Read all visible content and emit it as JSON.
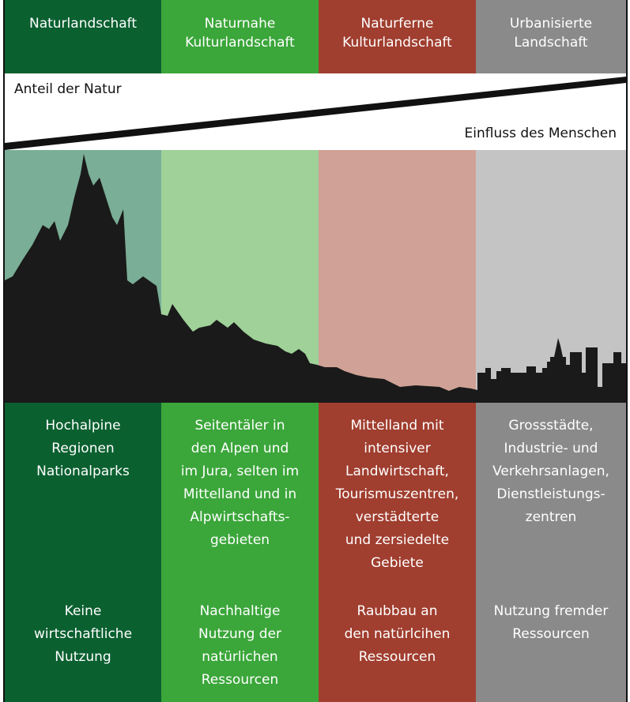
{
  "columns": [
    {
      "header": [
        "Naturlandschaft"
      ],
      "description": [
        "Hochalpine",
        "Regionen",
        "Nationalparks"
      ],
      "usage": [
        "Keine",
        "wirtschaftliche",
        "Nutzung"
      ],
      "color_header": "#0b6030",
      "color_light": "#7aae96",
      "color_body": "#0b6030"
    },
    {
      "header": [
        "Naturnahe",
        "Kulturlandschaft"
      ],
      "description": [
        "Seitentäler in",
        "den Alpen und",
        "im Jura, selten im",
        "Mittelland und in",
        "Alpwirtschafts-",
        "gebieten"
      ],
      "usage": [
        "Nachhaltige",
        "Nutzung der",
        "natürlichen",
        "Ressourcen"
      ],
      "color_header": "#3ba63a",
      "color_light": "#9fd198",
      "color_body": "#3ba63a"
    },
    {
      "header": [
        "Naturferne",
        "Kulturlandschaft"
      ],
      "description": [
        "Mittelland mit",
        "intensiver",
        "Landwirtschaft,",
        "Tourismuszentren,",
        "verstädterte",
        "und zersiedelte",
        "Gebiete"
      ],
      "usage": [
        "Raubbau an",
        "den natürlcihen",
        "Ressourcen"
      ],
      "color_header": "#a03e2f",
      "color_light": "#d0a196",
      "color_body": "#a03e2f"
    },
    {
      "header": [
        "Urbanisierte",
        "Landschaft"
      ],
      "description": [
        "Grossstädte,",
        "Industrie- und",
        "Verkehrsanlagen,",
        "Dienstleistungs-",
        "zentren"
      ],
      "usage": [
        "Nutzung fremder",
        "Ressourcen"
      ],
      "color_header": "#8a8a8a",
      "color_light": "#c4c4c4",
      "color_body": "#8a8a8a"
    }
  ],
  "scale": {
    "top_label": "Anteil der Natur",
    "bottom_label": "Einfluss des Menschen"
  },
  "colors": {
    "silhouette": "#1a1a1a",
    "divider": "#111111"
  }
}
